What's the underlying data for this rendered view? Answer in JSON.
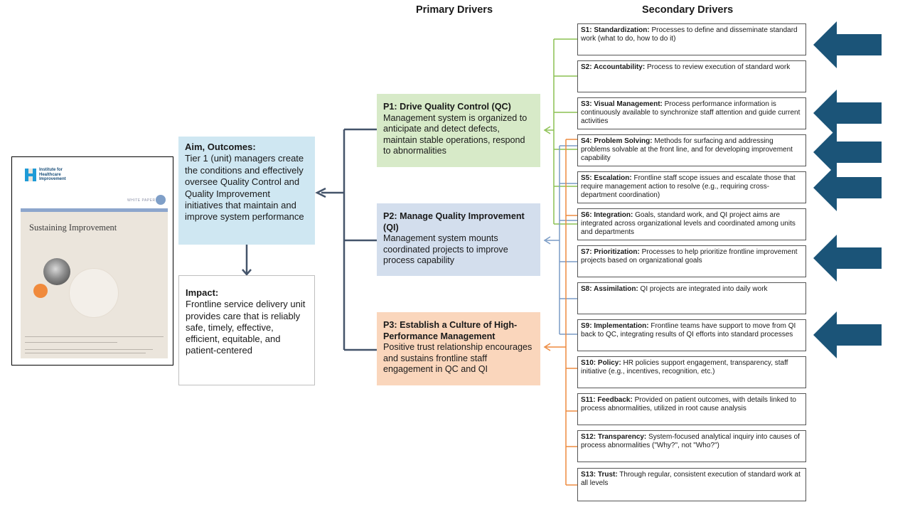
{
  "column_headers": {
    "primary": "Primary Drivers",
    "secondary": "Secondary Drivers"
  },
  "white_paper": {
    "logo_lines": [
      "Institute for",
      "Healthcare",
      "Improvement"
    ],
    "label": "WHITE PAPER",
    "title": "Sustaining Improvement"
  },
  "aim": {
    "heading": "Aim, Outcomes:",
    "text": "Tier 1 (unit) managers create the conditions and effectively oversee Quality Control and Quality Improvement initiatives that maintain and improve system performance"
  },
  "impact": {
    "heading": "Impact:",
    "text": "Frontline service delivery unit provides care that is reliably safe, timely, effective, efficient, equitable, and patient-centered"
  },
  "primary_drivers": [
    {
      "heading": "P1: Drive Quality Control (QC)",
      "text": "Management system is organized to anticipate and detect defects, maintain stable operations, respond to abnormalities"
    },
    {
      "heading": "P2: Manage Quality Improvement (QI)",
      "text": "Management system mounts coordinated projects to improve process capability"
    },
    {
      "heading": "P3: Establish a Culture of High-Performance Management",
      "text": "Positive trust relationship encourages and sustains frontline staff engagement in QC and QI"
    }
  ],
  "secondary_drivers": [
    {
      "heading": "S1: Standardization:",
      "text": "Processes to define and disseminate standard work (what to do, how to do it)"
    },
    {
      "heading": "S2: Accountability:",
      "text": "Process to review execution of standard work"
    },
    {
      "heading": "S3: Visual Management:",
      "text": "Process performance information is continuously available to synchronize staff attention and guide current activities"
    },
    {
      "heading": "S4: Problem Solving:",
      "text": "Methods for surfacing and addressing problems solvable at the front line, and for developing improvement capability"
    },
    {
      "heading": "S5: Escalation:",
      "text": "Frontline staff scope issues and escalate those that require management action to resolve (e.g., requiring cross-department coordination)"
    },
    {
      "heading": "S6: Integration:",
      "text": "Goals, standard work, and QI project aims are integrated across organizational levels and coordinated among units and departments"
    },
    {
      "heading": "S7: Prioritization:",
      "text": "Processes to help prioritize frontline improvement projects based on organizational goals"
    },
    {
      "heading": "S8: Assimilation:",
      "text": "QI projects are integrated into daily work"
    },
    {
      "heading": "S9: Implementation:",
      "text": "Frontline teams have support to move from QI back to QC, integrating results of QI efforts into standard processes"
    },
    {
      "heading": "S10: Policy:",
      "text": "HR policies support engagement, transparency, staff initiative (e.g., incentives, recognition, etc.)"
    },
    {
      "heading": "S11: Feedback:",
      "text": "Provided on patient outcomes, with details linked to process abnormalities, utilized in root cause analysis"
    },
    {
      "heading": "S12: Transparency:",
      "text": "System-focused analytical inquiry into causes of process abnormalities (\"Why?\", not \"Who?\")"
    },
    {
      "heading": "S13: Trust:",
      "text": "Through regular, consistent execution of standard work at all levels"
    }
  ],
  "colors": {
    "aim_fill": "#cfe7f2",
    "p1_fill": "#d7eac8",
    "p2_fill": "#d3deed",
    "p3_fill": "#fad6bc",
    "qc_line": "#8cc152",
    "qi_line": "#7a9cc6",
    "culture_line": "#ed8a3f",
    "main_connector": "#44546a",
    "highlight_arrow": "#1b5478"
  }
}
